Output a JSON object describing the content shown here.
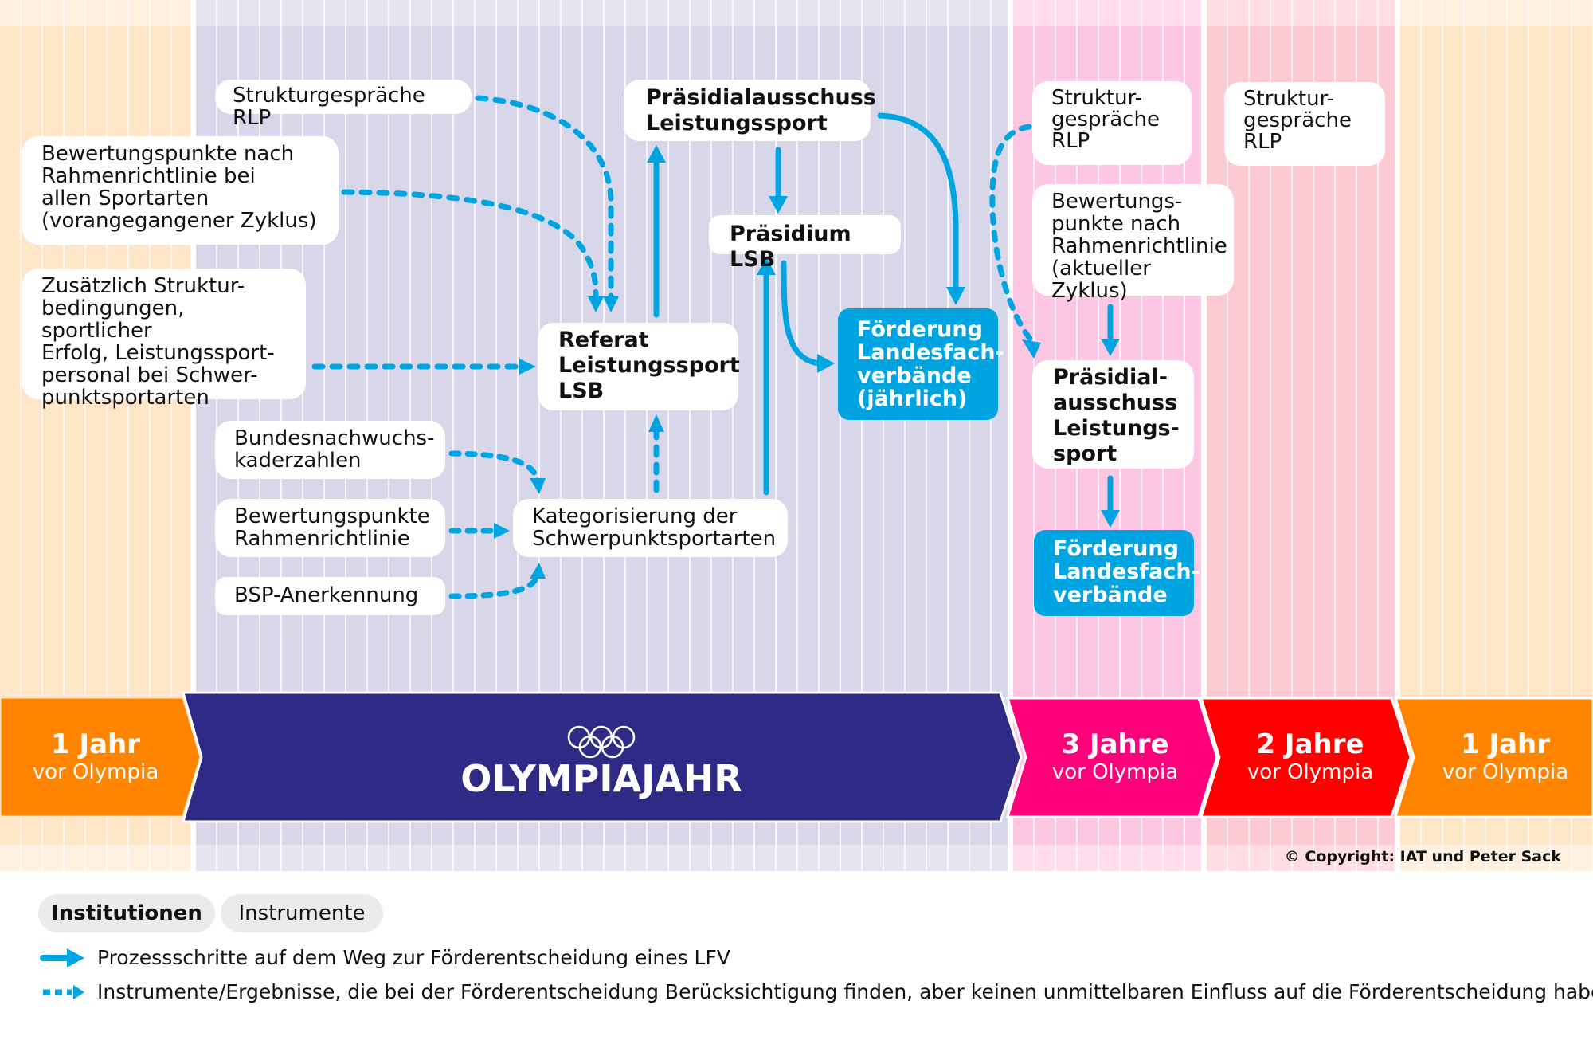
{
  "colors": {
    "arrow": "#00a4e1",
    "olympia_band": "#2e2a86",
    "year1_band": "#ff8500",
    "year3_band": "#ff007a",
    "year2_band": "#ff0000",
    "box_highlight": "#00a4e1"
  },
  "olympia_year": {
    "boxes": {
      "strukturgespraeche": "Strukturgespräche RLP",
      "bewertungspunkte_alle": "Bewertungspunkte nach\nRahmenrichtlinie bei\nallen Sportarten\n(vorangegangener Zyklus)",
      "zusaetzlich": "Zusätzlich Struktur-\nbedingungen, sportlicher\nErfolg, Leistungssport-\npersonal bei Schwer-\npunktsportarten",
      "bundesnachwuchs": "Bundesnachwuchs-\nkaderzahlen",
      "bewertungspunkte_rlp": "Bewertungspunkte\nRahmenrichtlinie",
      "bsp": "BSP-Anerkennung",
      "kategorisierung": "Kategorisierung der\nSchwerpunktsportarten",
      "referat": "Referat\nLeistungssport\nLSB",
      "praesidialausschuss": "Präsidialausschuss\nLeistungssport",
      "praesidium": "Präsidium LSB",
      "foerderung": "Förderung\nLandesfach-\nverbände\n(jährlich)"
    }
  },
  "year3": {
    "boxes": {
      "strukturgespraeche": "Struktur-\ngespräche\nRLP",
      "bewertungspunkte": "Bewertungs-\npunkte nach\nRahmenrichtlinie\n(aktueller Zyklus)",
      "praesidialausschuss": "Präsidial-\nausschuss\nLeistungs-\nsport",
      "foerderung": "Förderung\nLandesfach-\nverbände"
    }
  },
  "year2": {
    "boxes": {
      "strukturgespraeche": "Struktur-\ngespräche\nRLP"
    }
  },
  "timeline": [
    {
      "big": "1 Jahr",
      "small": "vor Olympia"
    },
    {
      "big": "OLYMPIAJAHR",
      "small": ""
    },
    {
      "big": "3 Jahre",
      "small": "vor Olympia"
    },
    {
      "big": "2 Jahre",
      "small": "vor Olympia"
    },
    {
      "big": "1 Jahr",
      "small": "vor Olympia"
    }
  ],
  "icons": {
    "olympic_rings": "olympic-rings-icon",
    "solid_arrow": "solid-arrow-icon",
    "dashed_arrow": "dashed-arrow-icon"
  },
  "copyright": "© Copyright: IAT und Peter Sack",
  "legend": {
    "pill_institutionen": "Institutionen",
    "pill_instrumente": "Instrumente",
    "solid": "Prozessschritte auf dem Weg zur Förderentscheidung eines LFV",
    "dashed": "Instrumente/Ergebnisse, die bei der Förderentscheidung Berücksichtigung finden, aber keinen unmittelbaren Einfluss auf die Förderentscheidung haben"
  }
}
